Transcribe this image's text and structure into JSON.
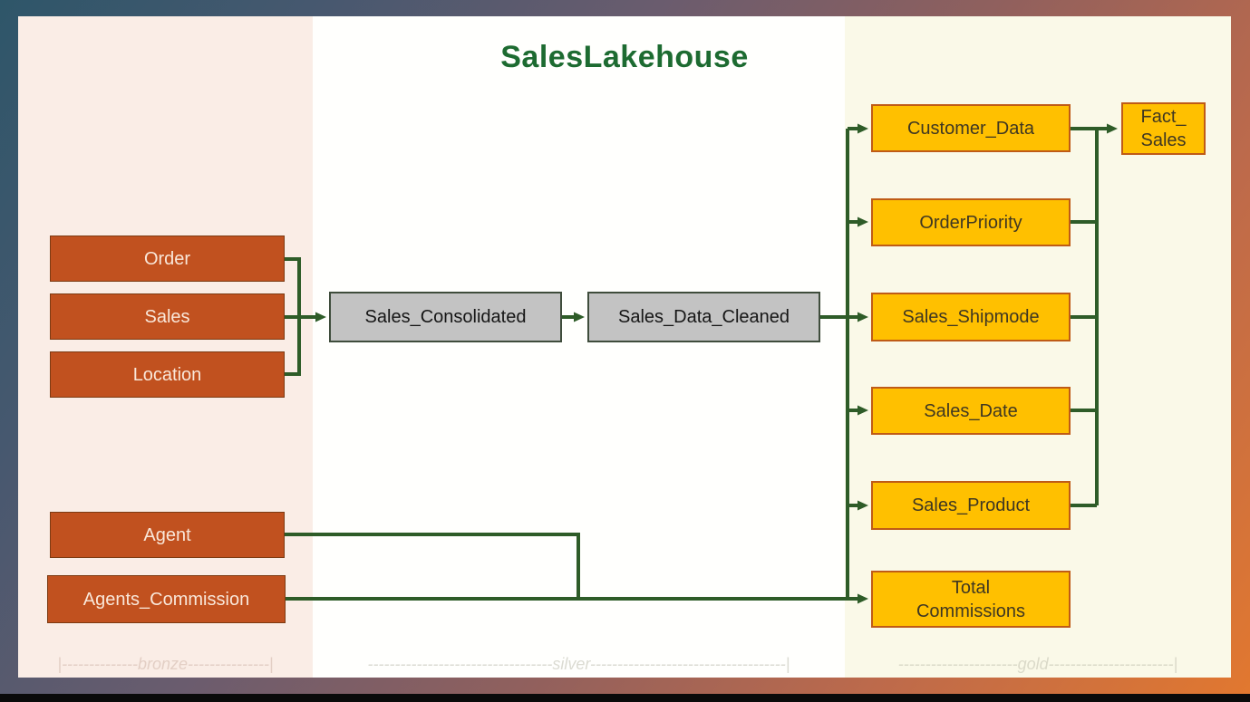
{
  "title": "SalesLakehouse",
  "colors": {
    "title_green": "#1d6b31",
    "connector_green": "#2e5c28",
    "bronze_box_fill": "#c1511f",
    "silver_box_fill": "#c3c3c3",
    "gold_box_fill": "#ffc000",
    "gold_box_border": "#bf5b16",
    "bronze_panel_bg": "#faede6",
    "silver_panel_bg": "#fffffd",
    "gold_panel_bg": "#faf9e8"
  },
  "lanes": {
    "bronze": {
      "name": "bronze",
      "footer": "|--------------bronze---------------|"
    },
    "silver": {
      "name": "silver",
      "footer": "----------------------------------silver------------------------------------|"
    },
    "gold": {
      "name": "gold",
      "footer": "----------------------gold-----------------------|"
    }
  },
  "nodes": {
    "order": {
      "label": "Order"
    },
    "sales": {
      "label": "Sales"
    },
    "location": {
      "label": "Location"
    },
    "agent": {
      "label": "Agent"
    },
    "agents_commission": {
      "label": "Agents_Commission"
    },
    "sales_consolidated": {
      "label": "Sales_Consolidated"
    },
    "sales_data_cleaned": {
      "label": "Sales_Data_Cleaned"
    },
    "customer_data": {
      "label": "Customer_Data"
    },
    "orderpriority": {
      "label": "OrderPriority"
    },
    "sales_shipmode": {
      "label": "Sales_Shipmode"
    },
    "sales_date": {
      "label": "Sales_Date"
    },
    "sales_product": {
      "label": "Sales_Product"
    },
    "total_commissions": {
      "line1": "Total",
      "line2": "Commissions"
    },
    "fact_sales": {
      "line1": "Fact_",
      "line2": "Sales"
    }
  }
}
